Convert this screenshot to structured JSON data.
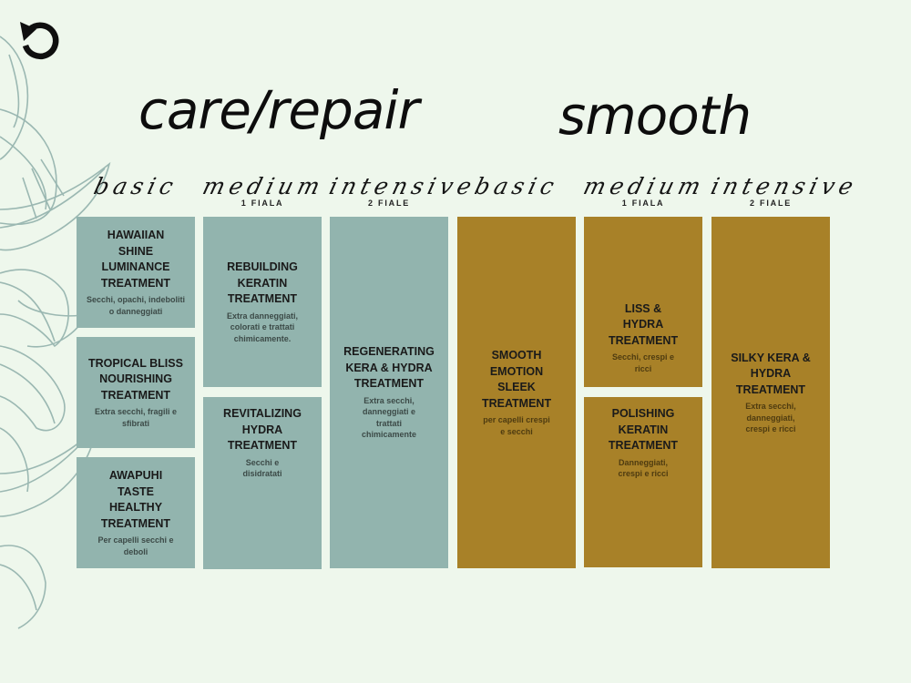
{
  "nav": {
    "back_icon": "undo-icon"
  },
  "sections": {
    "care_title": "care/repair",
    "smooth_title": "smooth"
  },
  "tiers": {
    "care_basic": {
      "name": "basic",
      "sub": ""
    },
    "care_medium": {
      "name": "medium",
      "sub": "1 FIALA"
    },
    "care_intensive": {
      "name": "intensive",
      "sub": "2 FIALE"
    },
    "smooth_basic": {
      "name": "basic",
      "sub": ""
    },
    "smooth_medium": {
      "name": "medium",
      "sub": "1 FIALA"
    },
    "smooth_intensive": {
      "name": "intensive",
      "sub": "2 FIALE"
    }
  },
  "cards": {
    "hawaiian": {
      "title": "HAWAIIAN SHINE LUMINANCE TREATMENT",
      "desc": "Secchi, opachi, indeboliti o danneggiati"
    },
    "tropical": {
      "title": "TROPICAL BLISS NOURISHING TREATMENT",
      "desc": "Extra secchi, fragili e sfibrati"
    },
    "awapuhi": {
      "title": "AWAPUHI TASTE HEALTHY TREATMENT",
      "desc": "Per capelli secchi e deboli"
    },
    "rebuilding": {
      "title": "REBUILDING KERATIN TREATMENT",
      "desc": "Extra danneggiati, colorati e trattati chimicamente."
    },
    "revitalizing": {
      "title": "REVITALIZING HYDRA TREATMENT",
      "desc": "Secchi e disidratati"
    },
    "regenerating": {
      "title": "REGENERATING KERA & HYDRA TREATMENT",
      "desc": "Extra secchi, danneggiati e trattati chimicamente"
    },
    "smooth_emotion": {
      "title": "SMOOTH EMOTION SLEEK TREATMENT",
      "desc": "per capelli crespi e secchi"
    },
    "liss_hydra": {
      "title": "LISS & HYDRA TREATMENT",
      "desc": "Secchi, crespi e ricci"
    },
    "polishing": {
      "title": "POLISHING KERATIN TREATMENT",
      "desc": "Danneggiati, crespi e ricci"
    },
    "silky": {
      "title": "SILKY KERA & HYDRA TREATMENT",
      "desc": "Extra secchi, danneggiati, crespi e ricci"
    }
  },
  "colors": {
    "background": "#eef7ec",
    "care_repair": "#92b4ae",
    "smooth": "#a88128"
  }
}
